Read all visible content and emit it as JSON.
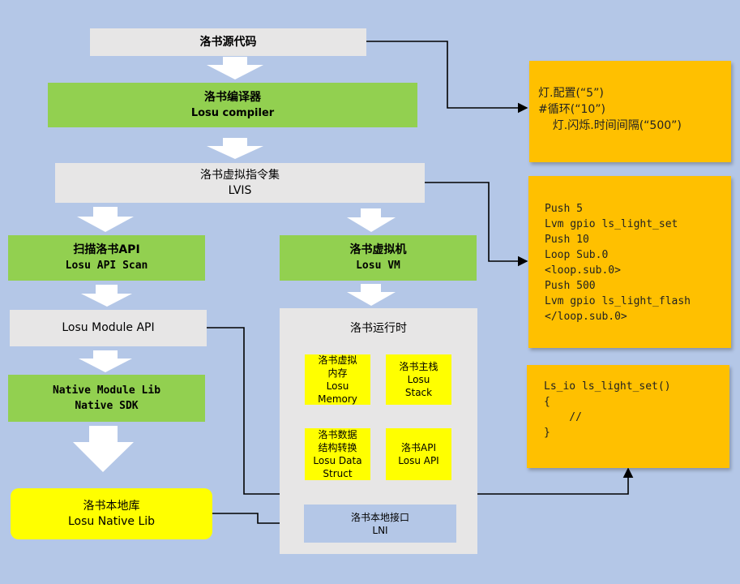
{
  "source": {
    "title": "洛书源代码"
  },
  "compiler": {
    "title": "洛书编译器",
    "subtitle": "Losu compiler"
  },
  "lvis": {
    "title": "洛书虚拟指令集",
    "subtitle": "LVIS"
  },
  "api_scan": {
    "title": "扫描洛书API",
    "subtitle": "Losu API Scan"
  },
  "vm": {
    "title": "洛书虚拟机",
    "subtitle": "Losu VM"
  },
  "module_api": {
    "title": "Losu Module API"
  },
  "native_module": {
    "title": "Native Module Lib",
    "subtitle": "Native SDK"
  },
  "native_lib": {
    "title": "洛书本地库",
    "subtitle": "Losu Native Lib"
  },
  "runtime": {
    "title": "洛书运行时",
    "memory": [
      "洛书虚拟",
      "内存",
      "Losu",
      "Memory"
    ],
    "stack": [
      "洛书主栈",
      "Losu",
      "Stack"
    ],
    "data_struct": [
      "洛书数据",
      "结构转换",
      "Losu Data",
      "Struct"
    ],
    "api": [
      "洛书API",
      "Losu API"
    ],
    "lni": {
      "title": "洛书本地接口",
      "subtitle": "LNI"
    }
  },
  "notes": {
    "source_code": [
      "灯.配置(“5”)",
      "#循环(“10”)",
      "    灯.闪烁.时间间隔(“500”)"
    ],
    "bytecode": [
      "Push 5",
      "Lvm gpio ls_light_set",
      "Push 10",
      "Loop Sub.0",
      "<loop.sub.0>",
      "Push 500",
      "Lvm gpio ls_light_flash",
      "</loop.sub.0>"
    ],
    "native_func": [
      "Ls_io ls_light_set()",
      "{",
      "    //",
      "}"
    ]
  },
  "colors": {
    "background": "#b4c7e7",
    "gray": "#e7e6e6",
    "green": "#92d050",
    "yellow": "#ffff00",
    "note": "#ffc000"
  }
}
